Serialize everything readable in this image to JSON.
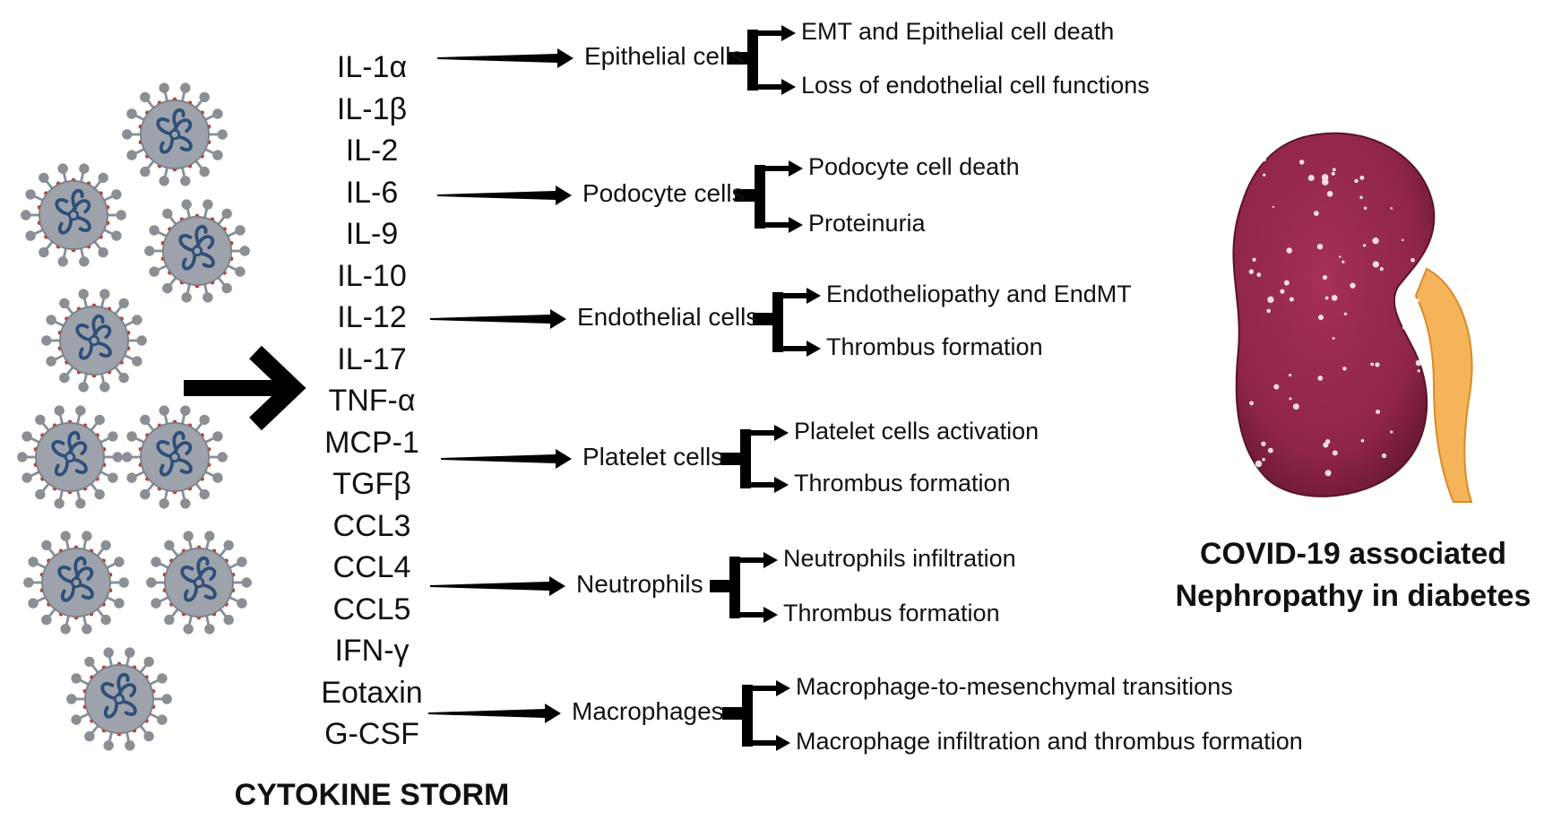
{
  "cytokine_storm_label": "CYTOKINE STORM",
  "nephropathy_title": [
    "COVID-19 associated",
    "Nephropathy in diabetes"
  ],
  "cytokines": [
    "IL-1α",
    "IL-1β",
    "IL-2",
    "IL-6",
    "IL-9",
    "IL-10",
    "IL-12",
    "IL-17",
    "TNF-α",
    "MCP-1",
    "TGFβ",
    "CCL3",
    "CCL4",
    "CCL5",
    "IFN-γ",
    "Eotaxin",
    "G-CSF"
  ],
  "pathways": [
    {
      "cell": "Epithelial cells",
      "effects": [
        "EMT and Epithelial cell death",
        "Loss of endothelial cell functions"
      ]
    },
    {
      "cell": "Podocyte cells",
      "effects": [
        "Podocyte cell death",
        "Proteinuria"
      ]
    },
    {
      "cell": "Endothelial cells",
      "effects": [
        "Endotheliopathy and EndMT",
        "Thrombus formation"
      ]
    },
    {
      "cell": "Platelet cells",
      "effects": [
        "Platelet cells activation",
        "Thrombus formation"
      ]
    },
    {
      "cell": "Neutrophils",
      "effects": [
        "Neutrophils infiltration",
        "Thrombus formation"
      ]
    },
    {
      "cell": "Macrophages",
      "effects": [
        "Macrophage-to-mesenchymal transitions",
        "Macrophage infiltration and thrombus formation"
      ]
    }
  ],
  "colors": {
    "virus_body": "#9ea3ab",
    "virus_rna": "#2f4f7a",
    "kidney": "#8e2546",
    "ureter": "#f6b45a",
    "arrow": "#000000"
  },
  "icons": [
    "coronavirus-icon",
    "kidney-icon",
    "big-arrow-icon"
  ]
}
